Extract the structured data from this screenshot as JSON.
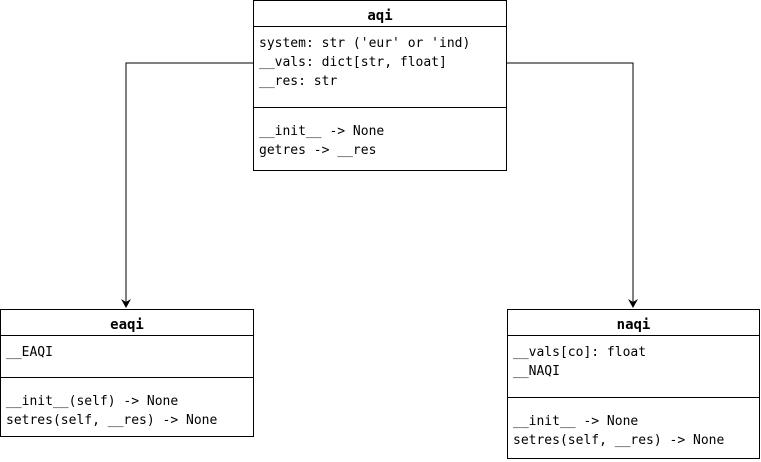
{
  "classes": {
    "aqi": {
      "name": "aqi",
      "attributes": [
        "system: str ('eur' or 'ind)",
        "__vals: dict[str, float]",
        "__res: str"
      ],
      "methods": [
        "__init__ -> None",
        "getres -> __res"
      ]
    },
    "eaqi": {
      "name": "eaqi",
      "attributes": [
        "__EAQI"
      ],
      "methods": [
        "__init__(self) -> None",
        "setres(self, __res) -> None"
      ]
    },
    "naqi": {
      "name": "naqi",
      "attributes": [
        "__vals[co]: float",
        "__NAQI"
      ],
      "methods": [
        "__init__ -> None",
        "setres(self, __res) -> None"
      ]
    }
  },
  "relations": [
    {
      "from": "aqi",
      "to": "eaqi",
      "type": "arrow"
    },
    {
      "from": "aqi",
      "to": "naqi",
      "type": "arrow"
    }
  ],
  "colors": {
    "line": "#000000",
    "background": "#ffffff"
  }
}
